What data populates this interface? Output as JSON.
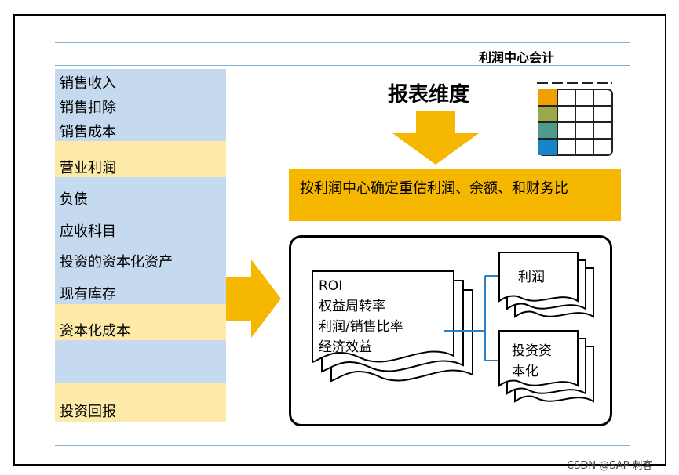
{
  "header": {
    "title": "利润中心会计"
  },
  "left_list": [
    {
      "label": "销售收入"
    },
    {
      "label": "销售扣除"
    },
    {
      "label": "销售成本"
    },
    {
      "label": "营业利润"
    },
    {
      "label": "负债"
    },
    {
      "label": "应收科目"
    },
    {
      "label": "投资的资本化资产"
    },
    {
      "label": "现有库存"
    },
    {
      "label": "资本化成本"
    },
    {
      "label": "投资回报"
    }
  ],
  "report": {
    "title": "报表维度",
    "description": "按利润中心确定重估利润、余额、和财务比"
  },
  "document_stack": {
    "lines": [
      "ROI",
      "权益周转率",
      "利润/销售比率",
      "经济效益"
    ]
  },
  "outputs": [
    {
      "label": "利润"
    },
    {
      "label_line1": "投资资",
      "label_line2": "本化"
    }
  ],
  "colors": {
    "arrow": "#f6b700",
    "band_blue": "#c5d9ef",
    "band_yellow": "#fde9a8",
    "connector": "#2f7fc1",
    "grid_accent_1": "#f0a000",
    "grid_accent_2": "#9aa84a",
    "grid_accent_3": "#4f9a8a",
    "grid_accent_4": "#1585c8"
  },
  "watermark": "CSDN @SAP 刺客"
}
